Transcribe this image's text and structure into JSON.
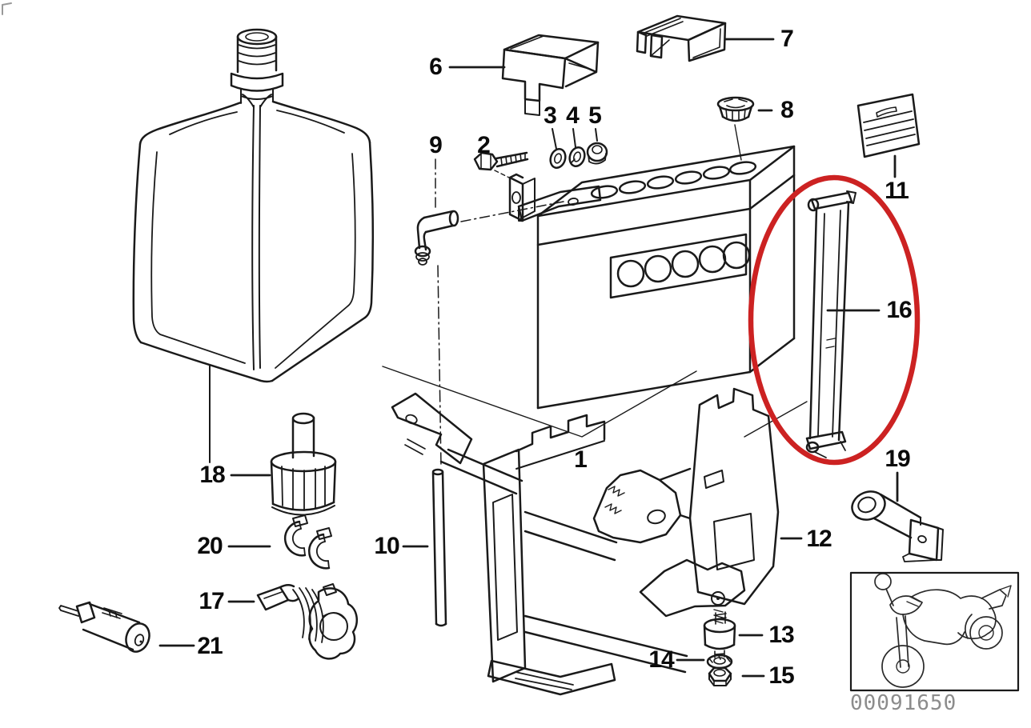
{
  "diagram": {
    "type": "exploded-parts-diagram",
    "subject": "motorcycle battery, mounting tray and attaching parts",
    "callouts": [
      {
        "num": "1"
      },
      {
        "num": "2"
      },
      {
        "num": "3"
      },
      {
        "num": "4"
      },
      {
        "num": "5"
      },
      {
        "num": "6"
      },
      {
        "num": "7"
      },
      {
        "num": "8"
      },
      {
        "num": "9"
      },
      {
        "num": "10"
      },
      {
        "num": "11"
      },
      {
        "num": "12"
      },
      {
        "num": "13"
      },
      {
        "num": "14"
      },
      {
        "num": "15"
      },
      {
        "num": "16"
      },
      {
        "num": "17"
      },
      {
        "num": "18"
      },
      {
        "num": "19"
      },
      {
        "num": "20"
      },
      {
        "num": "21"
      }
    ],
    "highlighted_callout": "16",
    "footer_code": "00091650",
    "colors": {
      "line": "#1a1a1a",
      "highlight": "#cc2222",
      "code_text": "#8c8c8c"
    },
    "icons": [
      "motorcycle-icon"
    ]
  }
}
